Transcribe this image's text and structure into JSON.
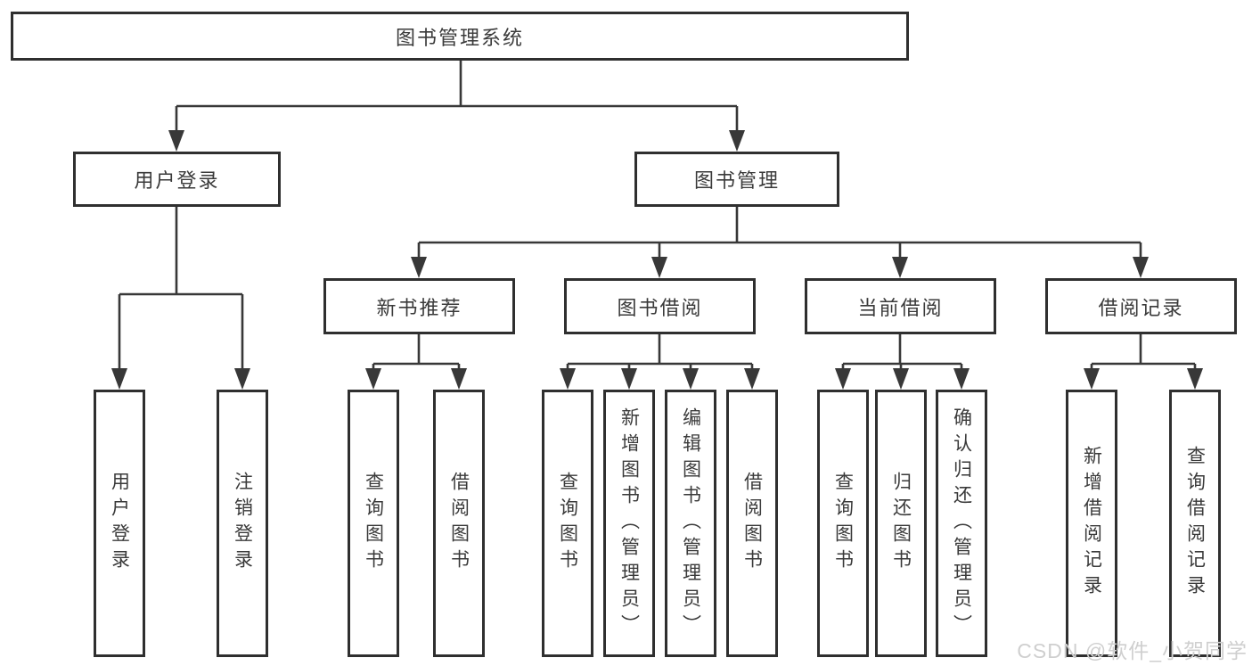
{
  "diagram": {
    "type": "tree",
    "root": {
      "label": "图书管理系统"
    },
    "level2": [
      {
        "label": "用户登录",
        "parent": "图书管理系统"
      },
      {
        "label": "图书管理",
        "parent": "图书管理系统"
      }
    ],
    "level3": [
      {
        "label": "新书推荐",
        "parent": "图书管理"
      },
      {
        "label": "图书借阅",
        "parent": "图书管理"
      },
      {
        "label": "当前借阅",
        "parent": "图书管理"
      },
      {
        "label": "借阅记录",
        "parent": "图书管理"
      }
    ],
    "leaves": [
      {
        "label": "用户登录",
        "parent": "用户登录"
      },
      {
        "label": "注销登录",
        "parent": "用户登录"
      },
      {
        "label": "查询图书",
        "parent": "新书推荐"
      },
      {
        "label": "借阅图书",
        "parent": "新书推荐"
      },
      {
        "label": "查询图书",
        "parent": "图书借阅"
      },
      {
        "label": "新增图书（管理员）",
        "parent": "图书借阅"
      },
      {
        "label": "编辑图书（管理员）",
        "parent": "图书借阅"
      },
      {
        "label": "借阅图书",
        "parent": "图书借阅"
      },
      {
        "label": "查询图书",
        "parent": "当前借阅"
      },
      {
        "label": "归还图书",
        "parent": "当前借阅"
      },
      {
        "label": "确认归还（管理员）",
        "parent": "当前借阅"
      },
      {
        "label": "新增借阅记录",
        "parent": "借阅记录"
      },
      {
        "label": "查询借阅记录",
        "parent": "借阅记录"
      }
    ],
    "colors": {
      "line": "#383838",
      "box_border": "#2f2f2f",
      "text": "#3a3a3a",
      "background": "#ffffff",
      "watermark_text": "#cfcfcf"
    }
  },
  "watermark": {
    "text": "CSDN @软件_小贺同学"
  }
}
